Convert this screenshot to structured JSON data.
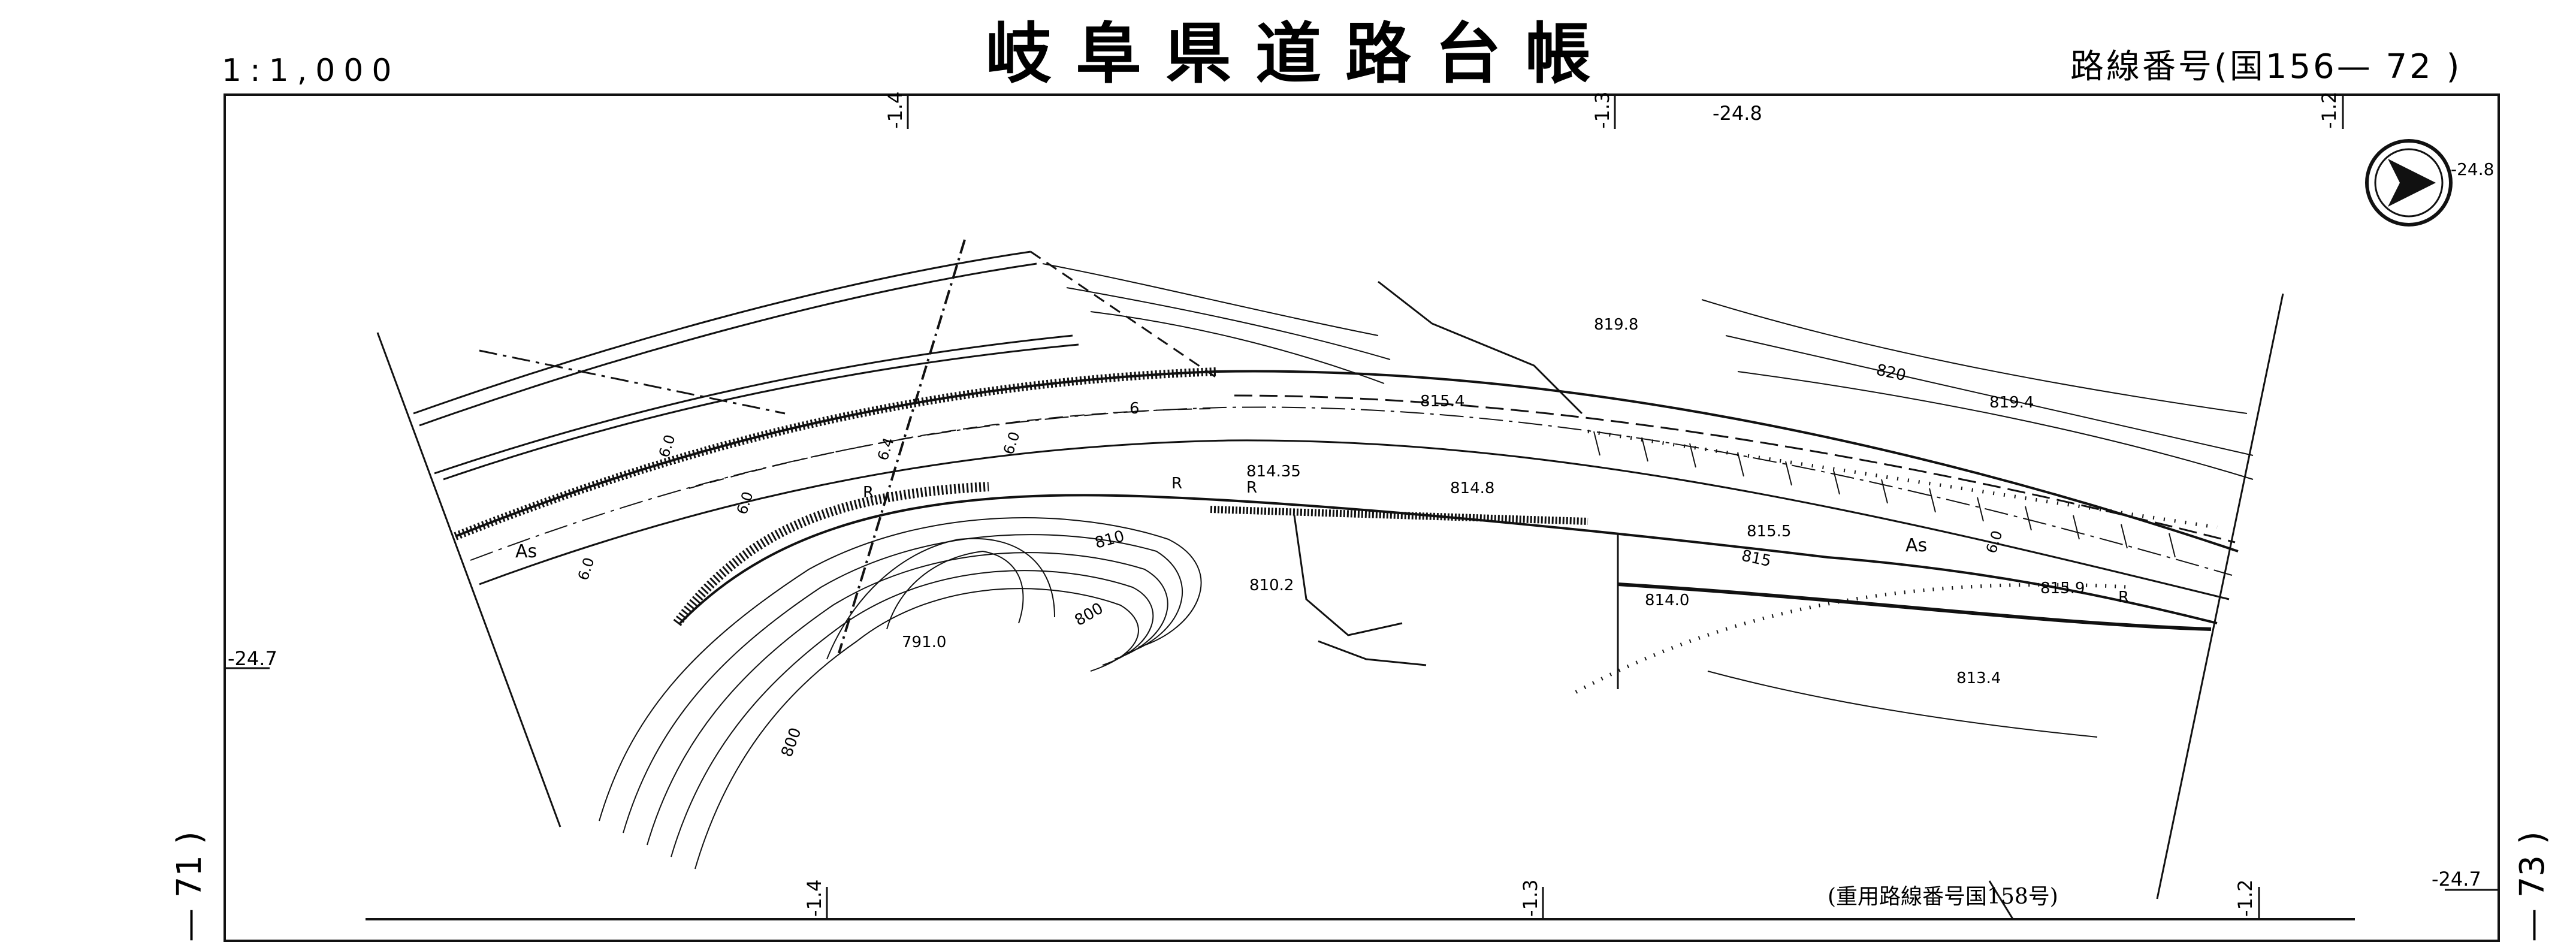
{
  "header": {
    "scale": "1:1,000",
    "title": "岐阜県道路台帳",
    "route_number": "路線番号(国156— 72 )"
  },
  "side_labels": {
    "left": "— 71 )",
    "right": "— 73 )"
  },
  "grid_labels": {
    "top_left": "-1.4",
    "top_mid": "-1.3",
    "top_right": "-1.2",
    "top_coord": "-24.8",
    "bottom_left": "-1.4",
    "bottom_mid": "-1.3",
    "bottom_right": "-1.2",
    "left_coord": "-24.7",
    "right_coord": "-24.7",
    "north_coord": "-24.8"
  },
  "elevations": {
    "e1": "819.8",
    "e2": "819.4",
    "e3": "815.4",
    "e4": "814.35",
    "e5": "814.8",
    "e6": "815.5",
    "e7": "815.9",
    "e8": "814.0",
    "e9": "813.4",
    "e10": "810.2",
    "e11": "791.0",
    "c820": "820",
    "c815": "815",
    "c810": "810",
    "c800a": "800",
    "c800b": "800"
  },
  "road_labels": {
    "as_left": "As",
    "as_right": "As",
    "r1": "R",
    "r2": "R",
    "r3": "R",
    "r4": "R",
    "w1": "6.0",
    "w2": "6.0",
    "w3": "6.0",
    "w4": "6.0",
    "w5": "6.4",
    "w6": "6.0",
    "w7": "6"
  },
  "shared_route_note": "(重用路線番号国158号)",
  "icons": [
    "north-arrow-icon"
  ]
}
